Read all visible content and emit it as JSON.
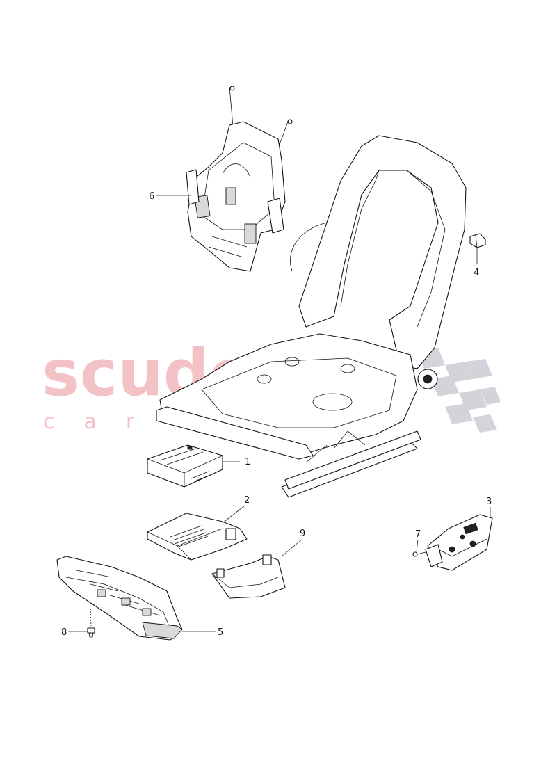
{
  "watermark": {
    "brand": "scuderia",
    "tagline": "car parts",
    "brand_color": "#f2b8bd",
    "flag_color": "#c9c9d0"
  },
  "callouts": [
    {
      "id": "1",
      "label": "1"
    },
    {
      "id": "2",
      "label": "2"
    },
    {
      "id": "3",
      "label": "3"
    },
    {
      "id": "4",
      "label": "4"
    },
    {
      "id": "5",
      "label": "5"
    },
    {
      "id": "6",
      "label": "6"
    },
    {
      "id": "7",
      "label": "7"
    },
    {
      "id": "8",
      "label": "8"
    },
    {
      "id": "9",
      "label": "9"
    }
  ]
}
